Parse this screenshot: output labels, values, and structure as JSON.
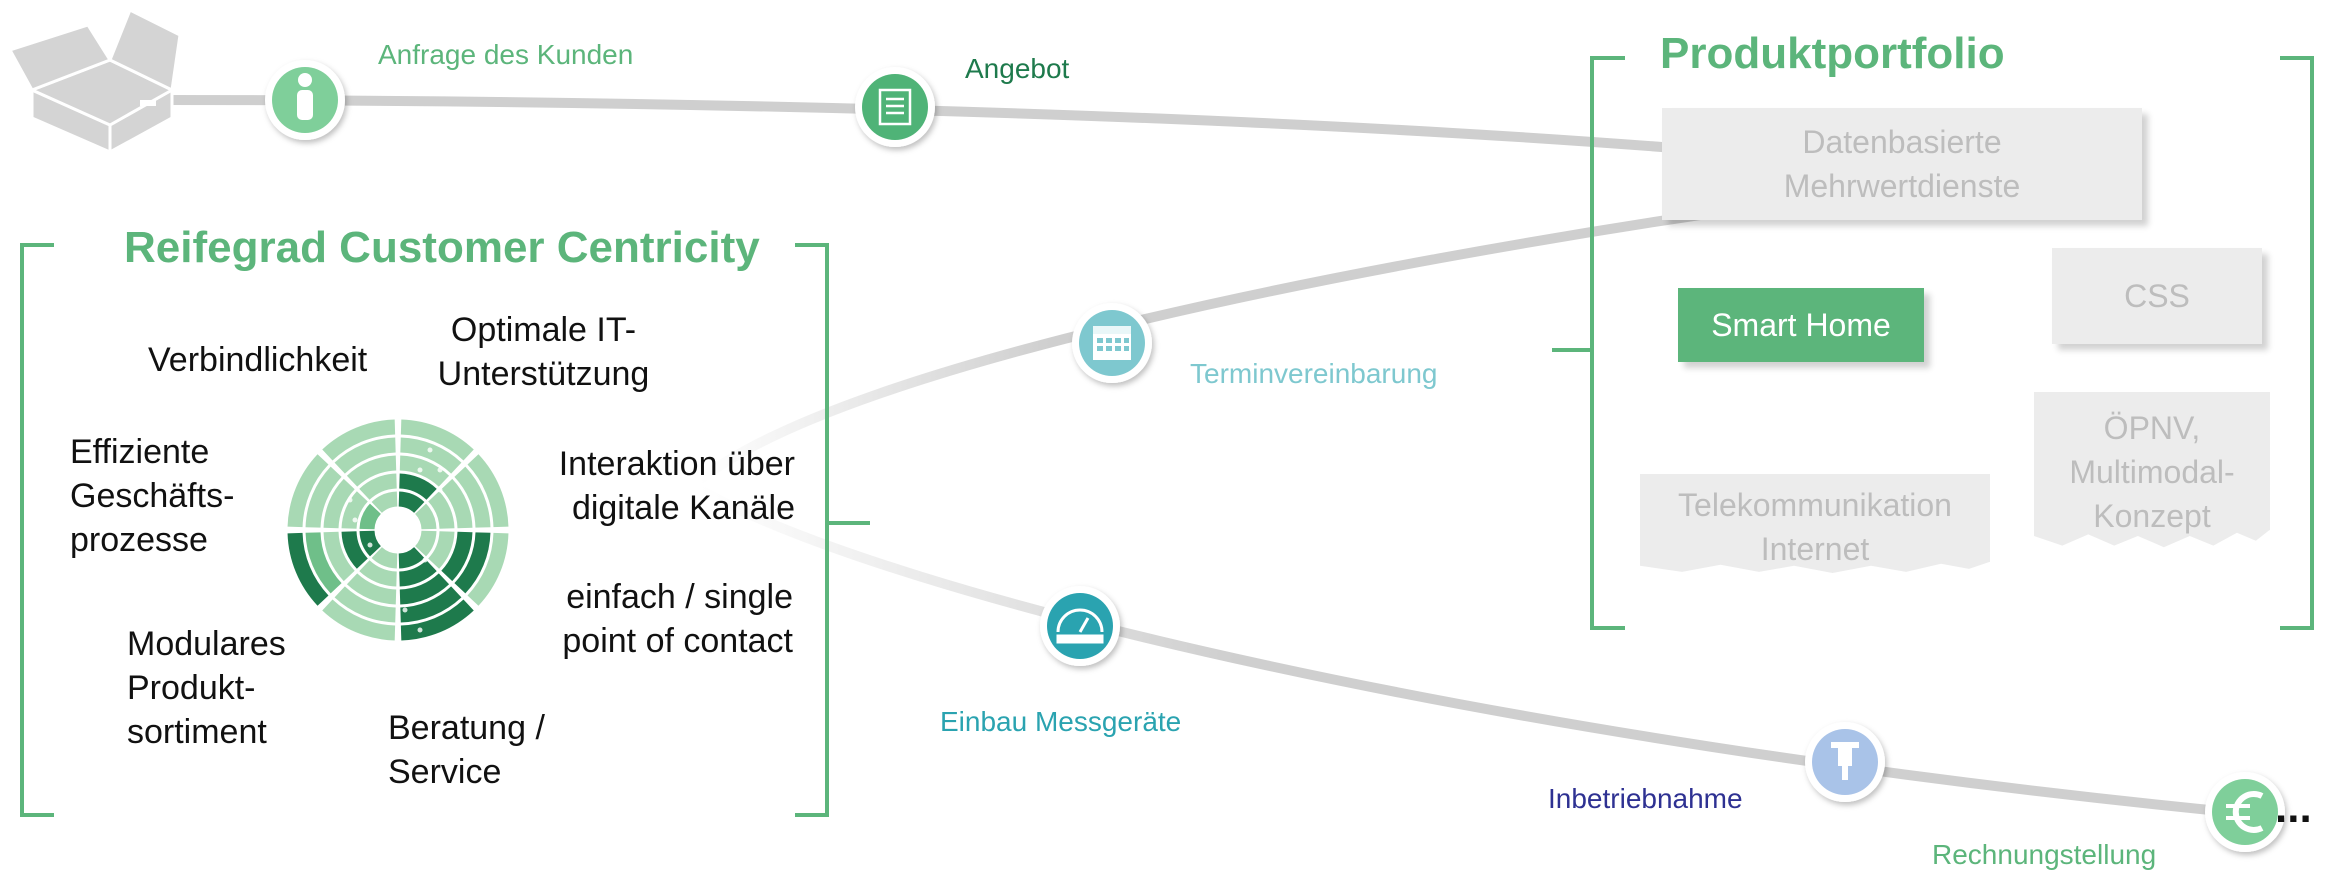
{
  "colors": {
    "accent_green": "#5cb57b",
    "dark_green": "#1e7a4c",
    "teal": "#7ec8cf",
    "dark_teal": "#2aa3b0",
    "indigo": "#2e3192",
    "light_blue": "#a9c3e8",
    "grey_path": "#cfcfcf"
  },
  "steps": {
    "anfrage": {
      "label": "Anfrage des Kunden",
      "icon": "person-icon"
    },
    "angebot": {
      "label": "Angebot",
      "icon": "document-icon"
    },
    "termin": {
      "label": "Terminvereinbarung",
      "icon": "calendar-icon"
    },
    "einbau": {
      "label": "Einbau Messgeräte",
      "icon": "gauge-icon"
    },
    "inbetrieb": {
      "label": "Inbetriebnahme",
      "icon": "jackhammer-icon"
    },
    "rechnung": {
      "label": "Rechnungstellung",
      "icon": "euro-icon"
    },
    "more": "..."
  },
  "reifegrad": {
    "title": "Reifegrad Customer Centricity",
    "labels": {
      "verbindlichkeit": "Verbindlichkeit",
      "it_1": "Optimale IT-",
      "it_2": "Unterstützung",
      "eff_1": "Effiziente",
      "eff_2": "Geschäfts-",
      "eff_3": "prozesse",
      "int_1": "Interaktion über",
      "int_2": "digitale Kanäle",
      "einf_1": "einfach / single",
      "einf_2": "point of contact",
      "mod_1": "Modulares",
      "mod_2": "Produkt-",
      "mod_3": "sortiment",
      "ber_1": "Beratung /",
      "ber_2": "Service"
    },
    "radar": {
      "dimensions": [
        "Optimale IT-Unterstützung",
        "Interaktion über digitale Kanäle",
        "einfach / single point of contact",
        "Beratung / Service",
        "Modulares Produkt-sortiment",
        "Effiziente Geschäfts-prozesse",
        "Verbindlichkeit"
      ],
      "levels": 5
    }
  },
  "portfolio": {
    "title": "Produktportfolio",
    "datenbasiert_1": "Datenbasierte",
    "datenbasiert_2": "Mehrwertdienste",
    "smart_home": "Smart Home",
    "css": "CSS",
    "telko_1": "Telekommunikation",
    "telko_2": "Internet",
    "oepnv_1": "ÖPNV,",
    "oepnv_2": "Multimodal-",
    "oepnv_3": "Konzept"
  }
}
